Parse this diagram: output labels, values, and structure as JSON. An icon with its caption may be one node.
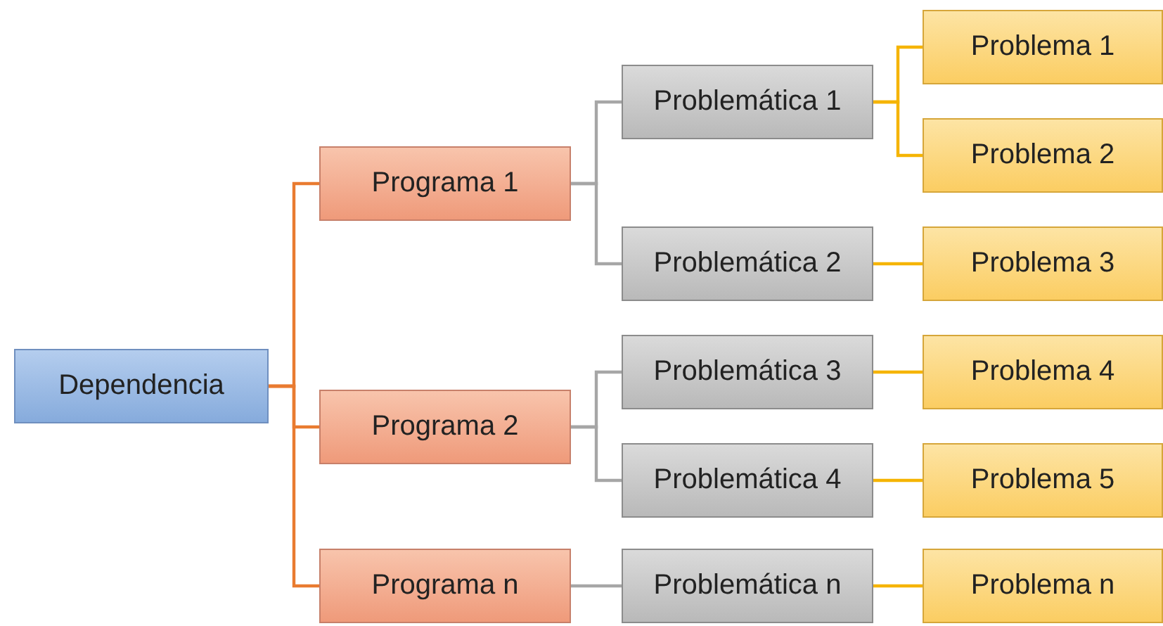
{
  "diagram": {
    "nodes": [
      {
        "text": [
          "Dependencia"
        ]
      },
      {
        "text": [
          "Programa 1"
        ]
      },
      {
        "text": [
          "Programa 2"
        ]
      },
      {
        "text": [
          "Programa n"
        ]
      },
      {
        "text": [
          "Problemática 1"
        ]
      },
      {
        "text": [
          "Problemática 2"
        ]
      },
      {
        "text": [
          "Problemática 3"
        ]
      },
      {
        "text": [
          "Problemática 4"
        ]
      },
      {
        "text": [
          "Problemática n"
        ]
      },
      {
        "text": [
          "Problema 1"
        ]
      },
      {
        "text": [
          "Problema 2"
        ]
      },
      {
        "text": [
          "Problema 3"
        ]
      },
      {
        "text": [
          "Problema 4"
        ]
      },
      {
        "text": [
          "Problema 5"
        ]
      },
      {
        "text": [
          "Problema n"
        ]
      }
    ],
    "edges": [
      {
        "from": 0,
        "to": 1,
        "arrow": "none",
        "color": "#e97b30"
      },
      {
        "from": 0,
        "to": 2,
        "arrow": "none",
        "color": "#e97b30"
      },
      {
        "from": 0,
        "to": 3,
        "arrow": "none",
        "color": "#e97b30"
      },
      {
        "from": 1,
        "to": 4,
        "arrow": "none",
        "color": "#a6a6a6"
      },
      {
        "from": 1,
        "to": 5,
        "arrow": "none",
        "color": "#a6a6a6"
      },
      {
        "from": 2,
        "to": 6,
        "arrow": "none",
        "color": "#a6a6a6"
      },
      {
        "from": 2,
        "to": 7,
        "arrow": "none",
        "color": "#a6a6a6"
      },
      {
        "from": 3,
        "to": 8,
        "arrow": "none",
        "color": "#a6a6a6"
      },
      {
        "from": 4,
        "to": 9,
        "arrow": "none"
      },
      {
        "from": 4,
        "to": 10,
        "arrow": "none"
      },
      {
        "from": 5,
        "to": 11,
        "arrow": "none"
      },
      {
        "from": 6,
        "to": 12,
        "arrow": "none"
      },
      {
        "from": 7,
        "to": 13,
        "arrow": "none"
      },
      {
        "from": 8,
        "to": 14,
        "arrow": "none"
      }
    ]
  }
}
